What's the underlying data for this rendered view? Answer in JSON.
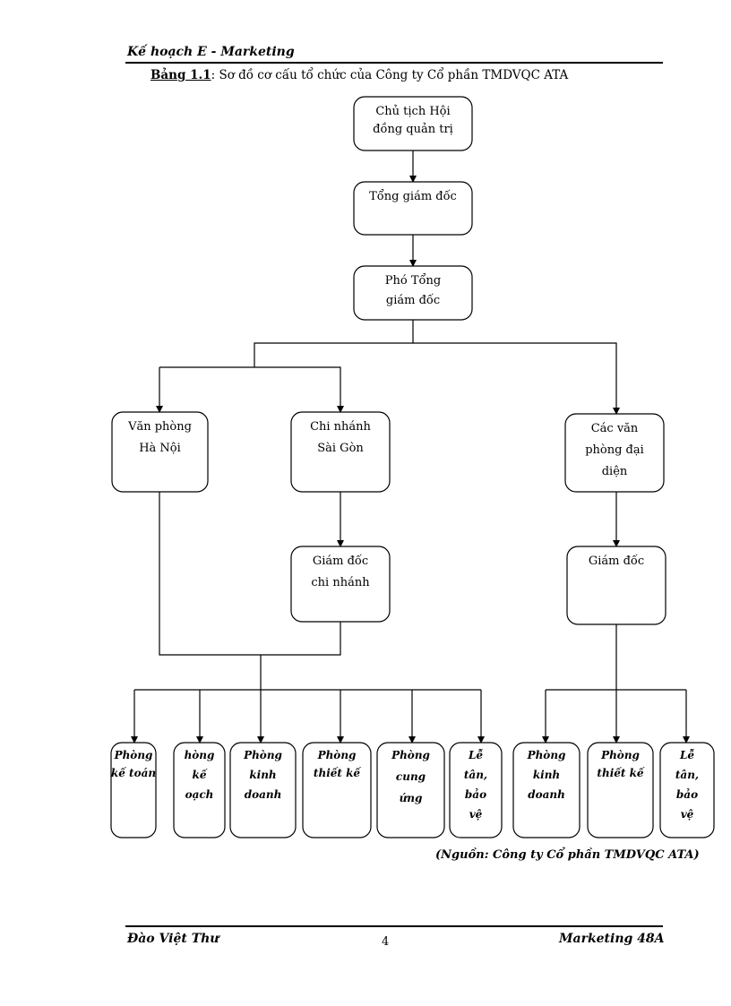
{
  "header": {
    "title": "Kế hoạch  E - Marketing"
  },
  "caption": {
    "label": "Bảng 1.1",
    "text": ": Sơ đồ cơ cấu tổ chức của Công ty Cổ phần TMDVQC  ATA"
  },
  "nodes": [
    {
      "id": "chairman",
      "lines": [
        "Chủ tịch Hội",
        "đồng quản trị"
      ]
    },
    {
      "id": "ceo",
      "lines": [
        "Tổng giám đốc"
      ]
    },
    {
      "id": "deputy-ceo",
      "lines": [
        "Phó Tổng",
        "giám đốc"
      ]
    },
    {
      "id": "hanoi-office",
      "lines": [
        "Văn phòng",
        "Hà Nội"
      ]
    },
    {
      "id": "saigon-branch",
      "lines": [
        "Chi nhánh",
        "Sài Gòn"
      ]
    },
    {
      "id": "rep-offices",
      "lines": [
        "Các văn",
        "phòng đại",
        "diện"
      ]
    },
    {
      "id": "branch-director",
      "lines": [
        "Giám đốc",
        "chi nhánh"
      ]
    },
    {
      "id": "rep-director",
      "lines": [
        "Giám đốc"
      ]
    },
    {
      "id": "dept-accounting",
      "lines": [
        "Phòng",
        "kế toán"
      ]
    },
    {
      "id": "dept-planning",
      "lines": [
        "hòng",
        "kế",
        "oạch"
      ]
    },
    {
      "id": "dept-business-1",
      "lines": [
        "Phòng",
        "kinh",
        "doanh"
      ]
    },
    {
      "id": "dept-design-1",
      "lines": [
        "Phòng",
        "thiết kế"
      ]
    },
    {
      "id": "dept-supply",
      "lines": [
        "Phòng",
        "cung",
        "ứng"
      ]
    },
    {
      "id": "dept-reception-1",
      "lines": [
        "Lễ",
        "tân,",
        "bảo",
        "vệ"
      ]
    },
    {
      "id": "dept-business-2",
      "lines": [
        "Phòng",
        "kinh",
        "doanh"
      ]
    },
    {
      "id": "dept-design-2",
      "lines": [
        "Phòng",
        "thiết kế"
      ]
    },
    {
      "id": "dept-reception-2",
      "lines": [
        "Lễ",
        "tân,",
        "bảo",
        "vệ"
      ]
    }
  ],
  "source": "(Nguồn: Công ty Cổ phần TMDVQC ATA)",
  "footer": {
    "author": "Đào Việt Thư",
    "page_number": "4",
    "class": "Marketing 48A"
  }
}
